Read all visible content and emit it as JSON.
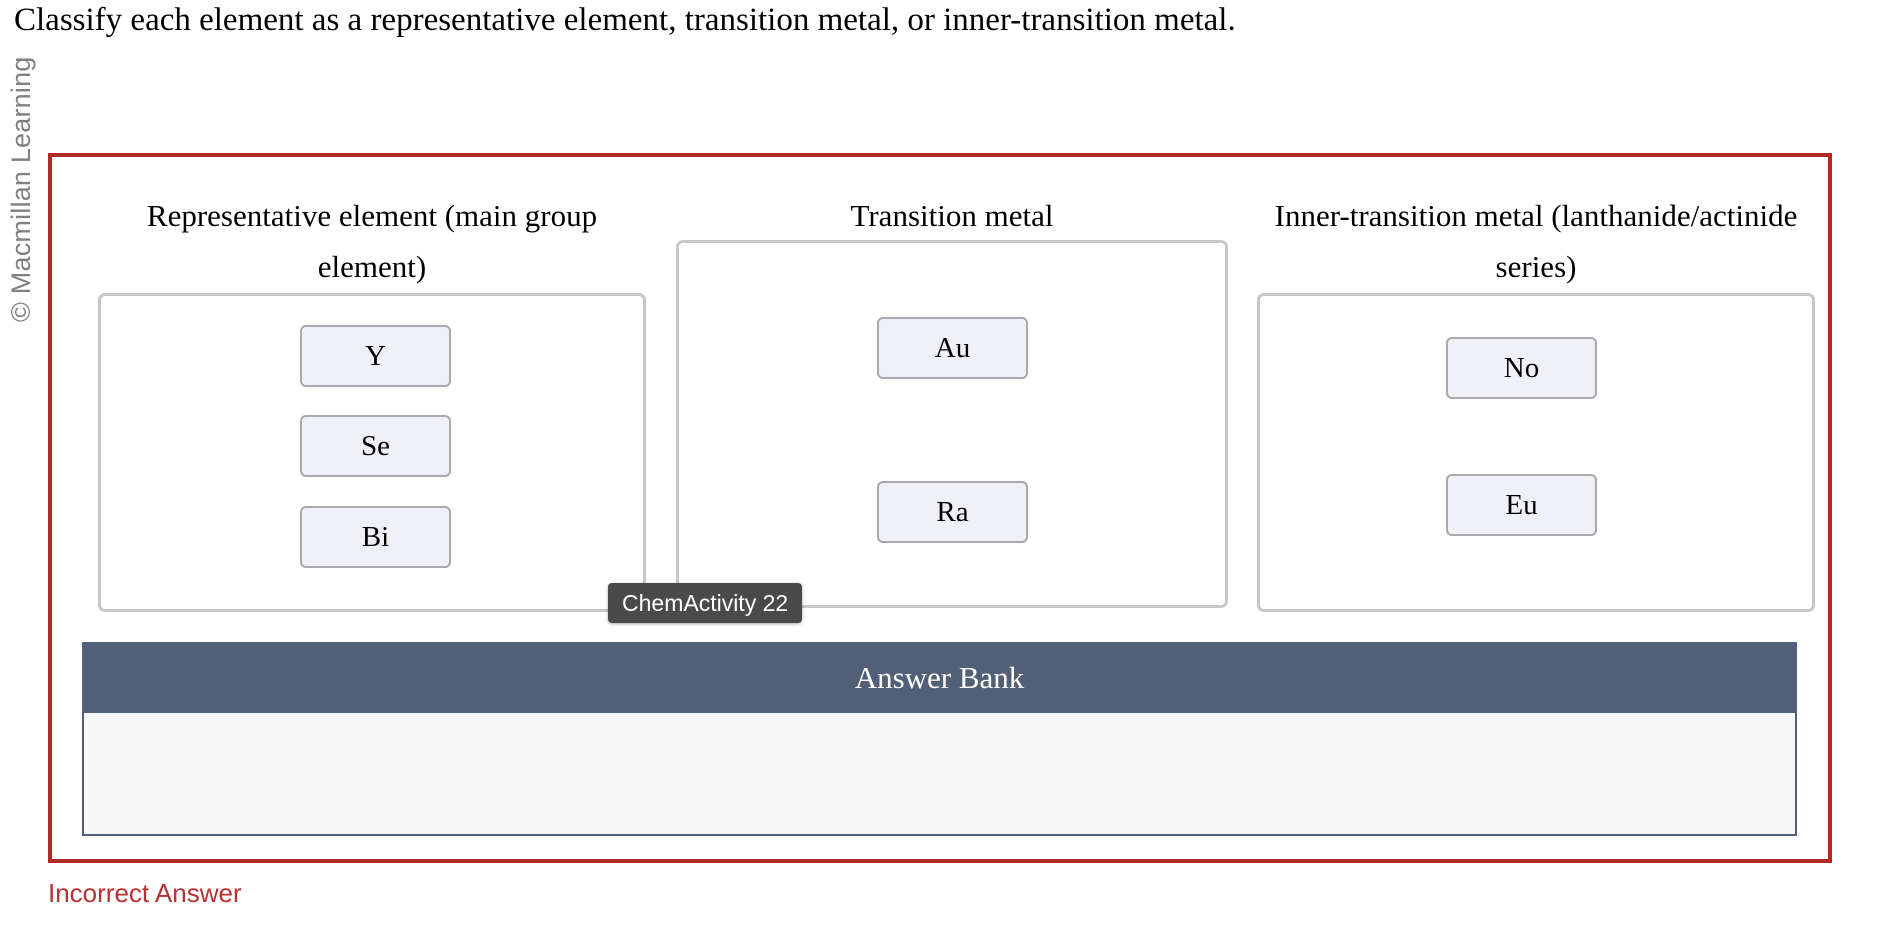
{
  "watermark": {
    "text": "© Macmillan Learning"
  },
  "prompt": {
    "text": "Classify each element as a representative element, transition metal, or inner-transition metal."
  },
  "colors": {
    "result_border": "#b22b27",
    "answer_bank_header_bg": "#526077",
    "answer_bank_body_bg": "#f7f7f8",
    "tile_bg": "#eff1f6",
    "tile_border": "#a9a9ad",
    "dropzone_border": "#c8c8c8",
    "tooltip_bg": "#4a4a4a",
    "feedback_text": "#b83232"
  },
  "categories": [
    {
      "id": "representative",
      "title": "Representative element (main group element)",
      "tiles": [
        {
          "label": "Y"
        },
        {
          "label": "Se"
        },
        {
          "label": "Bi"
        }
      ]
    },
    {
      "id": "transition",
      "title": "Transition metal",
      "tiles": [
        {
          "label": "Au"
        },
        {
          "label": "Ra"
        }
      ]
    },
    {
      "id": "inner-transition",
      "title": "Inner-transition metal (lanthanide/actinide series)",
      "tiles": [
        {
          "label": "No"
        },
        {
          "label": "Eu"
        }
      ]
    }
  ],
  "tooltip": {
    "text": "ChemActivity 22"
  },
  "answer_bank": {
    "title": "Answer Bank",
    "items": []
  },
  "feedback": {
    "text": "Incorrect Answer"
  }
}
